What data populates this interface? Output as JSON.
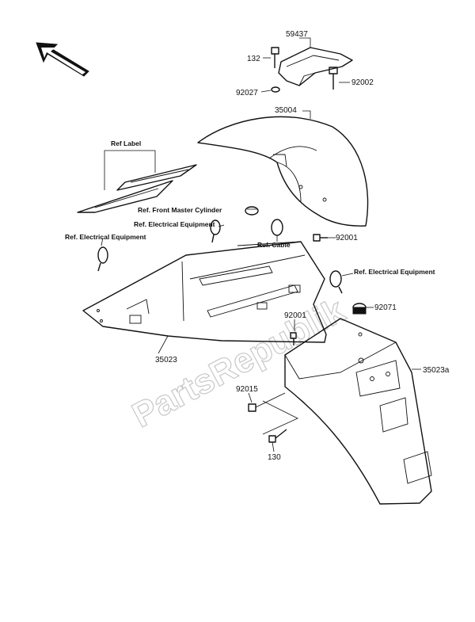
{
  "watermark": "PartsRepublik",
  "labels": {
    "p59437": "59437",
    "p132": "132",
    "p92027": "92027",
    "p92002": "92002",
    "p35004": "35004",
    "ref_label": "Ref Label",
    "ref_front_master_cylinder": "Ref. Front Master Cylinder",
    "ref_electrical_equipment_1": "Ref. Electrical Equipment",
    "ref_electrical_equipment_2": "Ref. Electrical Equipment",
    "ref_cable": "Ref. Cable",
    "p92001_a": "92001",
    "ref_electrical_equipment_3": "Ref. Electrical Equipment",
    "p92071": "92071",
    "p92001_b": "92001",
    "p35023": "35023",
    "p35023a": "35023a",
    "p92015": "92015",
    "p130": "130"
  }
}
